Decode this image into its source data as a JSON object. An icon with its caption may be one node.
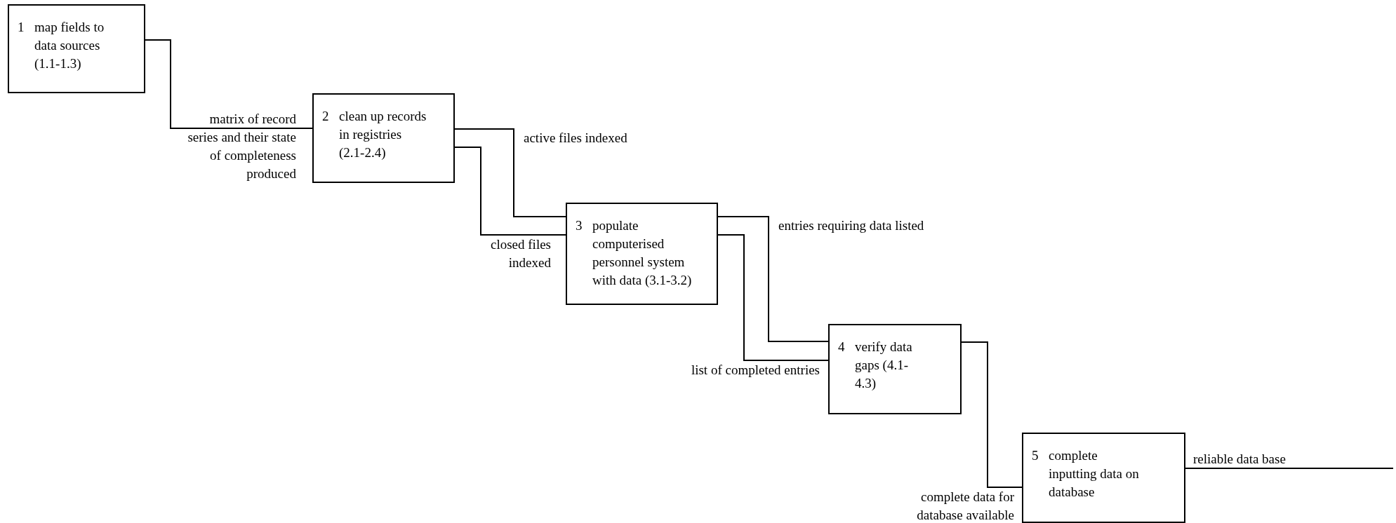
{
  "diagram": {
    "nodes": [
      {
        "text": [
          "1",
          "map fields to data sources (1.1-1.3)"
        ]
      },
      {
        "text": [
          "2",
          "clean up records in registries (2.1-2.4)"
        ]
      },
      {
        "text": [
          "3",
          "populate computerised personnel system with data (3.1-3.2)"
        ]
      },
      {
        "text": [
          "4",
          "verify data gaps (4.1-4.3)"
        ]
      },
      {
        "text": [
          "5",
          "complete inputting data on database"
        ]
      }
    ],
    "edges": [
      {
        "from": 0,
        "to": 1,
        "arrow": "none",
        "label": "matrix of record series and their state of completeness produced"
      },
      {
        "from": 1,
        "to": 2,
        "arrow": "none",
        "label": "active files indexed"
      },
      {
        "from": 1,
        "to": 2,
        "arrow": "none",
        "label": "closed files indexed"
      },
      {
        "from": 2,
        "to": 3,
        "arrow": "none",
        "label": "entries requiring data listed"
      },
      {
        "from": 2,
        "to": 3,
        "arrow": "none",
        "label": "list of completed entries"
      },
      {
        "from": 3,
        "to": 4,
        "arrow": "none",
        "label": "complete data for database available"
      },
      {
        "from": 4,
        "to": null,
        "arrow": "none",
        "label": "reliable data base"
      }
    ]
  }
}
